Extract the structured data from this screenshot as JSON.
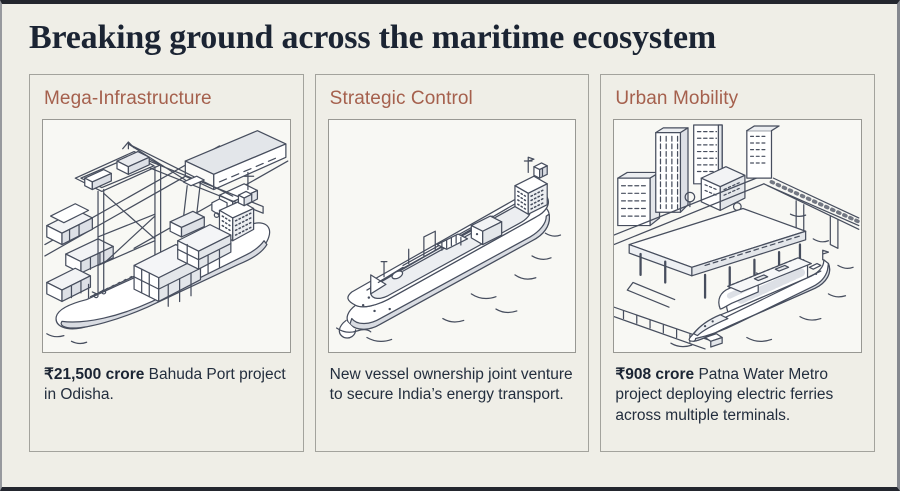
{
  "page": {
    "title": "Breaking ground across the maritime ecosystem"
  },
  "colors": {
    "background": "#efeee7",
    "ink": "#1b2433",
    "accent_terracotta": "#a5604d",
    "illustration_line": "#474e5e",
    "illustration_shade": "#d9dce2",
    "card_border": "#a3a39d",
    "frame_border": "#23262e"
  },
  "cards": [
    {
      "label": "Mega-Infrastructure",
      "illustration": "container-port-crane-and-cargo-ship",
      "highlight": "₹21,500 crore",
      "caption_rest": " Bahuda Port project in Odisha."
    },
    {
      "label": "Strategic Control",
      "illustration": "oil-energy-tanker-vessel-at-sea",
      "highlight": "",
      "caption_rest": "New vessel ownership joint venture to secure India’s energy transport."
    },
    {
      "label": "Urban Mobility",
      "illustration": "water-metro-ferry-with-city-terminal",
      "highlight": "₹908 crore",
      "caption_rest": " Patna Water Metro project deploying electric ferries across multiple terminals."
    }
  ]
}
